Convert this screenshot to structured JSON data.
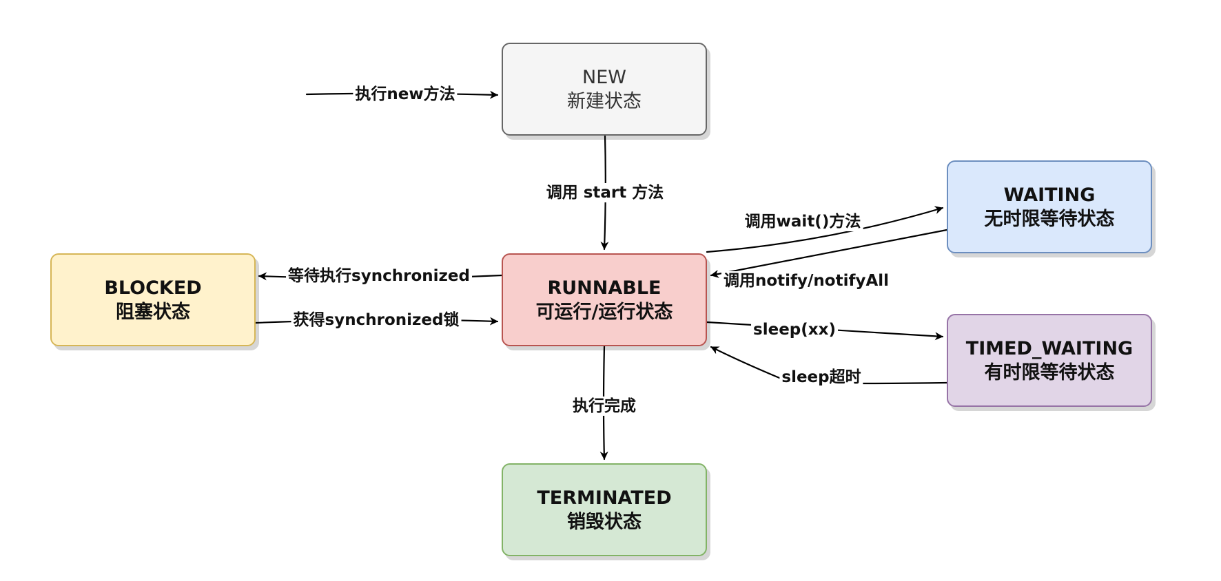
{
  "states": {
    "new": {
      "en": "NEW",
      "zh": "新建状态"
    },
    "runnable": {
      "en": "RUNNABLE",
      "zh": "可运行/运行状态"
    },
    "terminated": {
      "en": "TERMINATED",
      "zh": "销毁状态"
    },
    "blocked": {
      "en": "BLOCKED",
      "zh": "阻塞状态"
    },
    "waiting": {
      "en": "WAITING",
      "zh": "无时限等待状态"
    },
    "timed_waiting": {
      "en": "TIMED_WAITING",
      "zh": "有时限等待状态"
    }
  },
  "transitions": {
    "exec_new": "执行new方法",
    "call_start": "调用 start 方法",
    "wait_sync": "等待执行synchronized",
    "get_sync": "获得synchronized锁",
    "call_wait": "调用wait()方法",
    "call_notify": "调用notify/notifyAll",
    "sleep": "sleep(xx)",
    "sleep_timeout": "sleep超时",
    "done": "执行完成"
  }
}
